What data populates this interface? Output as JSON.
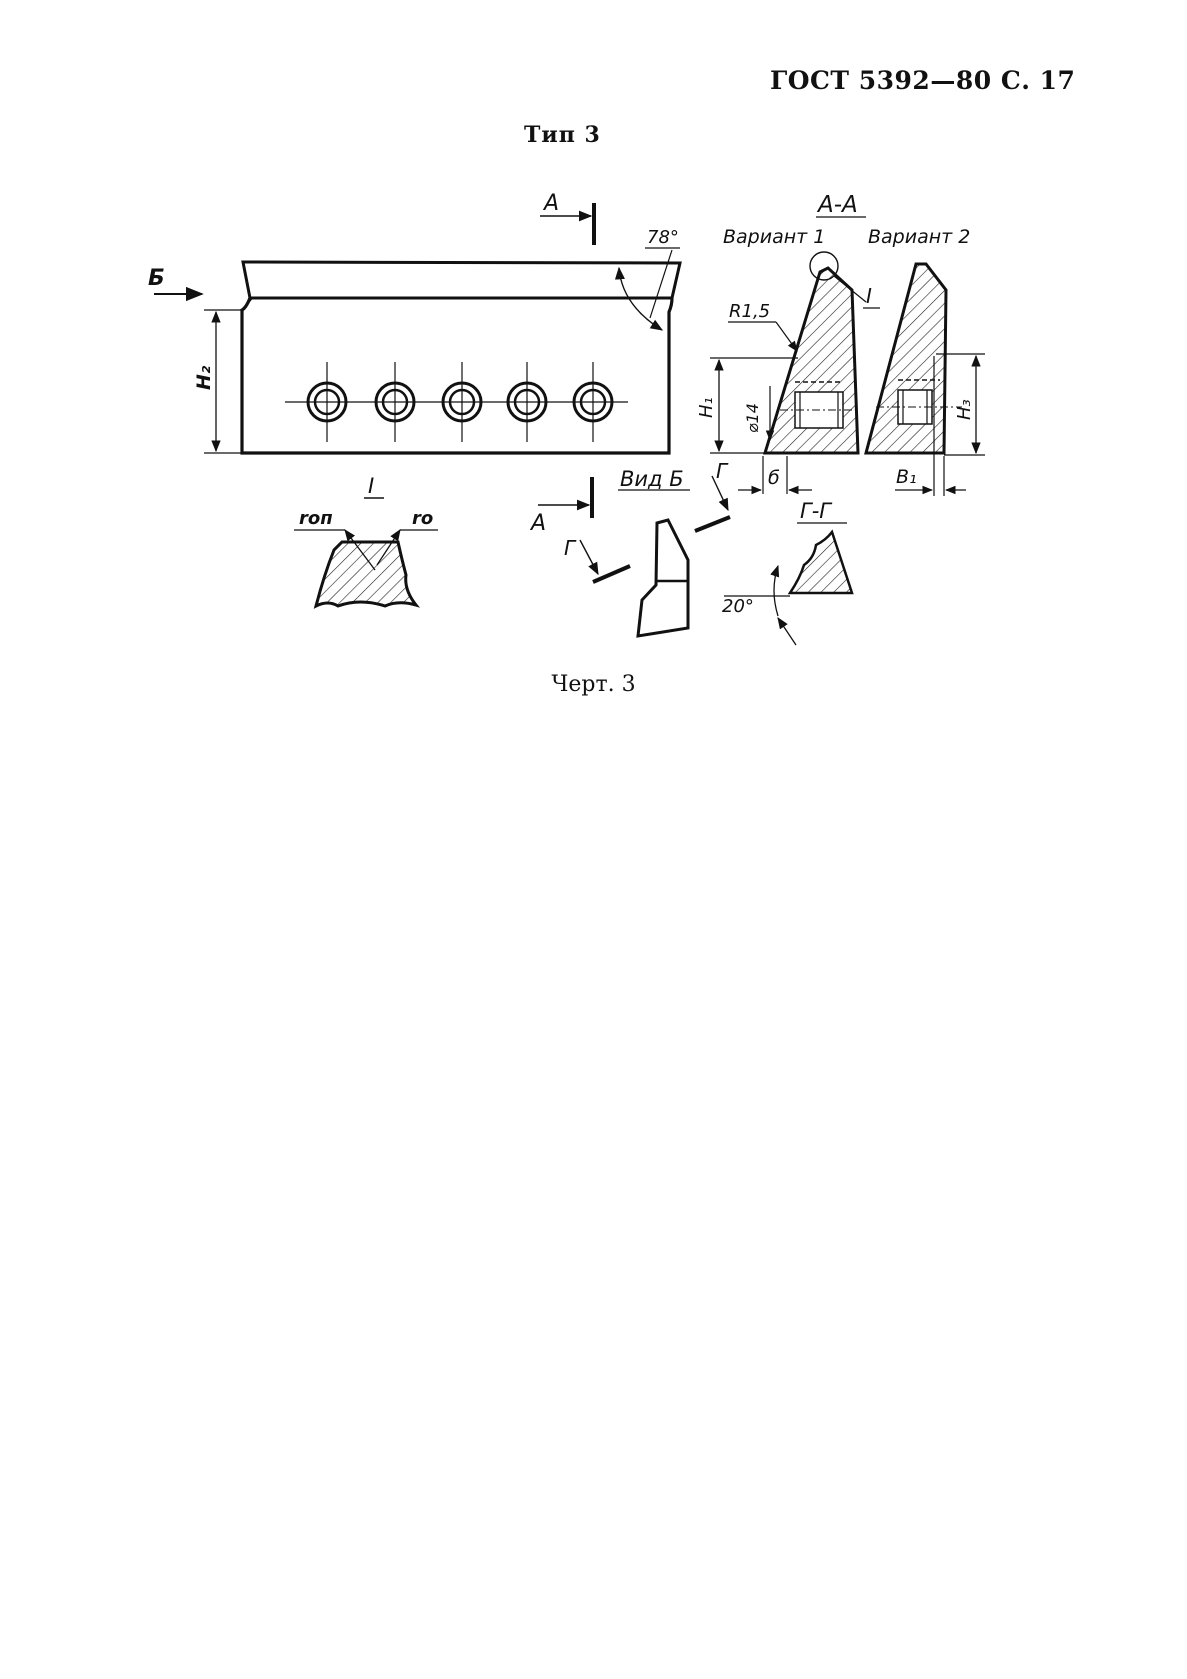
{
  "header": {
    "doc_ref": "ГОСТ 5392—80 С. 17",
    "type_title": "Тип 3",
    "caption": "Черт. 3"
  },
  "drawing": {
    "section_marker": "А",
    "view_arrow_letter": "Б",
    "angle_top": "78°",
    "dim_h2": "H₂",
    "section_title": "А-А",
    "variant_1": "Вариант 1",
    "variant_2": "Вариант 2",
    "detail_ref": "I",
    "radius": "R1,5",
    "diameter": "⌀14",
    "dim_h1": "H₁",
    "dim_h3": "H₃",
    "dim_b": "б",
    "dim_b1": "B₁",
    "view_b": "Вид Б",
    "cut_letter": "Г",
    "section_gg": "Г-Г",
    "angle_20": "20°",
    "detail_title": "I",
    "r_op": "rоп",
    "r_o": "rо"
  }
}
